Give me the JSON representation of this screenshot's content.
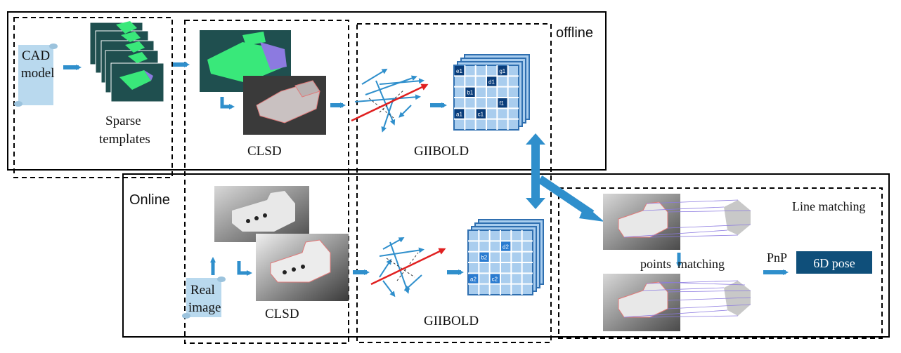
{
  "sections": {
    "offline": "offline",
    "online": "Online"
  },
  "boxes": {
    "cad_model": [
      "CAD",
      "model"
    ],
    "sparse_templates": [
      "Sparse",
      "templates"
    ],
    "clsd_offline": "CLSD",
    "giibold_offline": "GIIBOLD",
    "real_image": [
      "Real",
      "image"
    ],
    "clsd_online": "CLSD",
    "giibold_online": "GIIBOLD",
    "line_matching": "Line matching",
    "points_matching": "points  matching",
    "pnp": "PnP",
    "pose": "6D pose"
  },
  "grid_labels_offline": [
    "e1",
    "g1",
    "d1",
    "b1",
    "f1",
    "a1",
    "c1"
  ],
  "grid_labels_online": [
    "d2",
    "b2",
    "a2",
    "c2"
  ],
  "colors": {
    "arrow": "#2f8fcc",
    "red_arrow": "#e02020",
    "grid_light": "#a9cdee",
    "grid_dark": "#0a3d7a",
    "grid_line": "#2f6fb0",
    "pose_box": "#0f4f7a",
    "scroll": "#b9d9ee",
    "template_bg": "#1f4f4f",
    "model_green": "#39e87a"
  }
}
